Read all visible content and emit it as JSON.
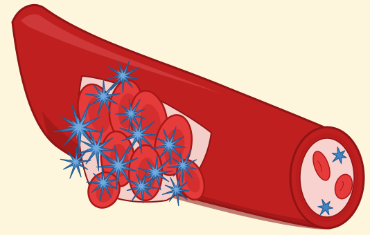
{
  "colors": {
    "background": "#fdf6dd",
    "vessel_wall": "#c01f1f",
    "vessel_wall_dark": "#8f1414",
    "vessel_highlight": "#d94a4a",
    "lumen": "#f7d2ce",
    "lumen_ring": "#b81c1c",
    "rbc": "#e53b3b",
    "rbc_dark": "#a81717",
    "rbc_center": "#cf2a2a",
    "tear": "#f4cfc9",
    "platelet": "#3f86c8",
    "platelet_dark": "#245a8e",
    "platelet_light": "#73a9dc"
  },
  "illustration": {
    "subject": "blood-vessel-clot",
    "elements": [
      "blood-vessel",
      "vessel-wall-tear",
      "red-blood-cells",
      "activated-platelets",
      "vessel-cross-section"
    ]
  }
}
